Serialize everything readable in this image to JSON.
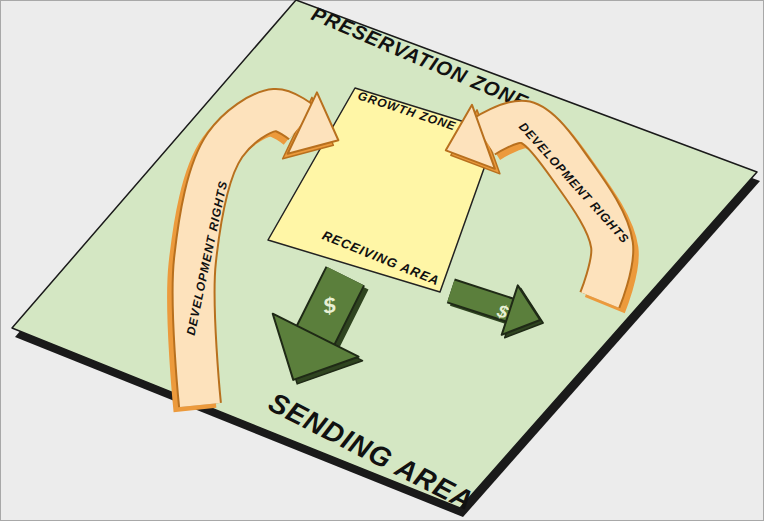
{
  "diagram": {
    "nodes": [
      {
        "text": [
          "PRESERVATION ZONE",
          "SENDING AREA"
        ]
      },
      {
        "text": [
          "GROWTH ZONE",
          "RECEIVING AREA"
        ],
        "in": 0
      }
    ],
    "edges": [
      {
        "from": 0,
        "to": 1,
        "label": "DEVELOPMENT RIGHTS",
        "arrow": "to"
      },
      {
        "from": 0,
        "to": 1,
        "label": "DEVELOPMENT RIGHTS",
        "arrow": "to"
      },
      {
        "from": 1,
        "to": 0,
        "label": "$",
        "arrow": "to"
      },
      {
        "from": 1,
        "to": 0,
        "label": "$",
        "arrow": "to"
      }
    ]
  }
}
